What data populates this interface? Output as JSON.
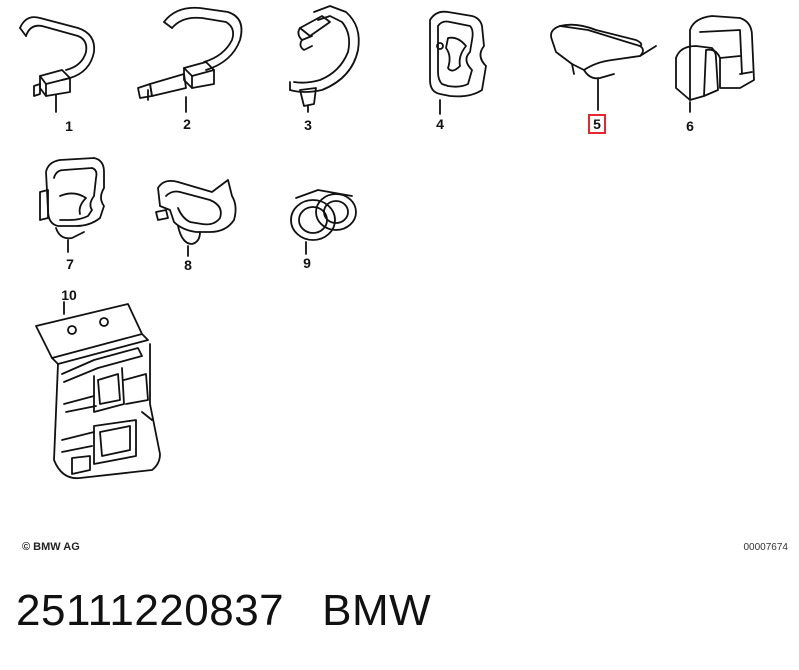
{
  "labels": {
    "p1": "1",
    "p2": "2",
    "p3": "3",
    "p4": "4",
    "p5": "5",
    "p6": "6",
    "p7": "7",
    "p8": "8",
    "p9": "9",
    "p10": "10"
  },
  "highlighted_label": "5",
  "highlight_color": "#e8262b",
  "footer": {
    "copyright": "© BMW AG",
    "catalog_number": "00007674"
  },
  "bottom": {
    "part_number": "25111220837",
    "brand": "BMW"
  }
}
